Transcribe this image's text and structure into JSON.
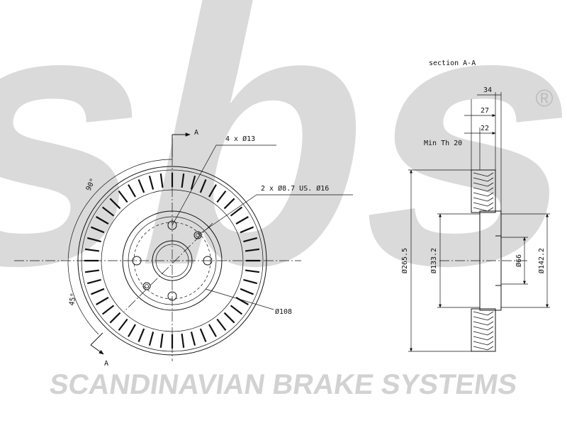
{
  "brand": {
    "logo": "sbs",
    "registered_mark": "®",
    "company": "SCANDINAVIAN BRAKE SYSTEMS",
    "watermark_color": "#d9d9d9"
  },
  "front_view": {
    "section_marker_top": "A",
    "section_marker_bottom": "A",
    "angle_90": "90°",
    "angle_45": "45°",
    "bolt_holes": "4 x Ø13",
    "set_screw_holes": "2 x Ø8.7 US. Ø16",
    "pcd": "Ø108"
  },
  "section_view": {
    "title": "section A-A",
    "thickness_34": "34",
    "thickness_27": "27",
    "thickness_22": "22",
    "min_th": "Min Th 20",
    "outer_diameter": "Ø265.5",
    "hat_diameter": "Ø133.2",
    "center_bore": "Ø66",
    "hat_outer": "Ø142.2"
  }
}
